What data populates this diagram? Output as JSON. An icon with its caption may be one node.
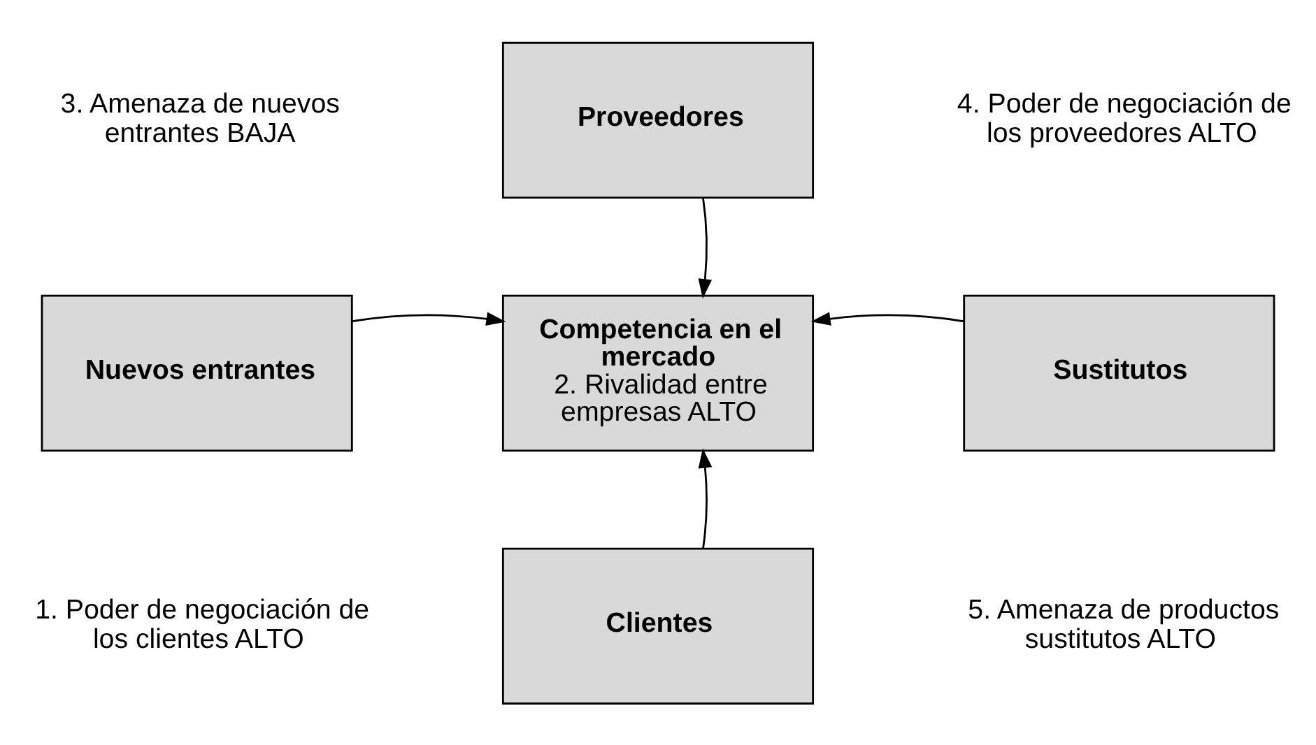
{
  "diagram": {
    "nodes": [
      {
        "text": [
          "Proveedores"
        ]
      },
      {
        "text": [
          "Nuevos entrantes"
        ]
      },
      {
        "text": [
          "Competencia en el mercado",
          "2. Rivalidad entre empresas ALTO"
        ]
      },
      {
        "text": [
          "Sustitutos"
        ]
      },
      {
        "text": [
          "Clientes"
        ]
      }
    ],
    "edges": [
      {
        "from": 0,
        "to": 2,
        "arrow": "to"
      },
      {
        "from": 1,
        "to": 2,
        "arrow": "to"
      },
      {
        "from": 3,
        "to": 2,
        "arrow": "to"
      },
      {
        "from": 4,
        "to": 2,
        "arrow": "to"
      }
    ],
    "labels": [
      "3. Amenaza de nuevos entrantes BAJA",
      "4. Poder de negociación de los proveedores ALTO",
      "1. Poder de negociación de los clientes ALTO",
      "5. Amenaza de productos sustitutos ALTO"
    ]
  }
}
